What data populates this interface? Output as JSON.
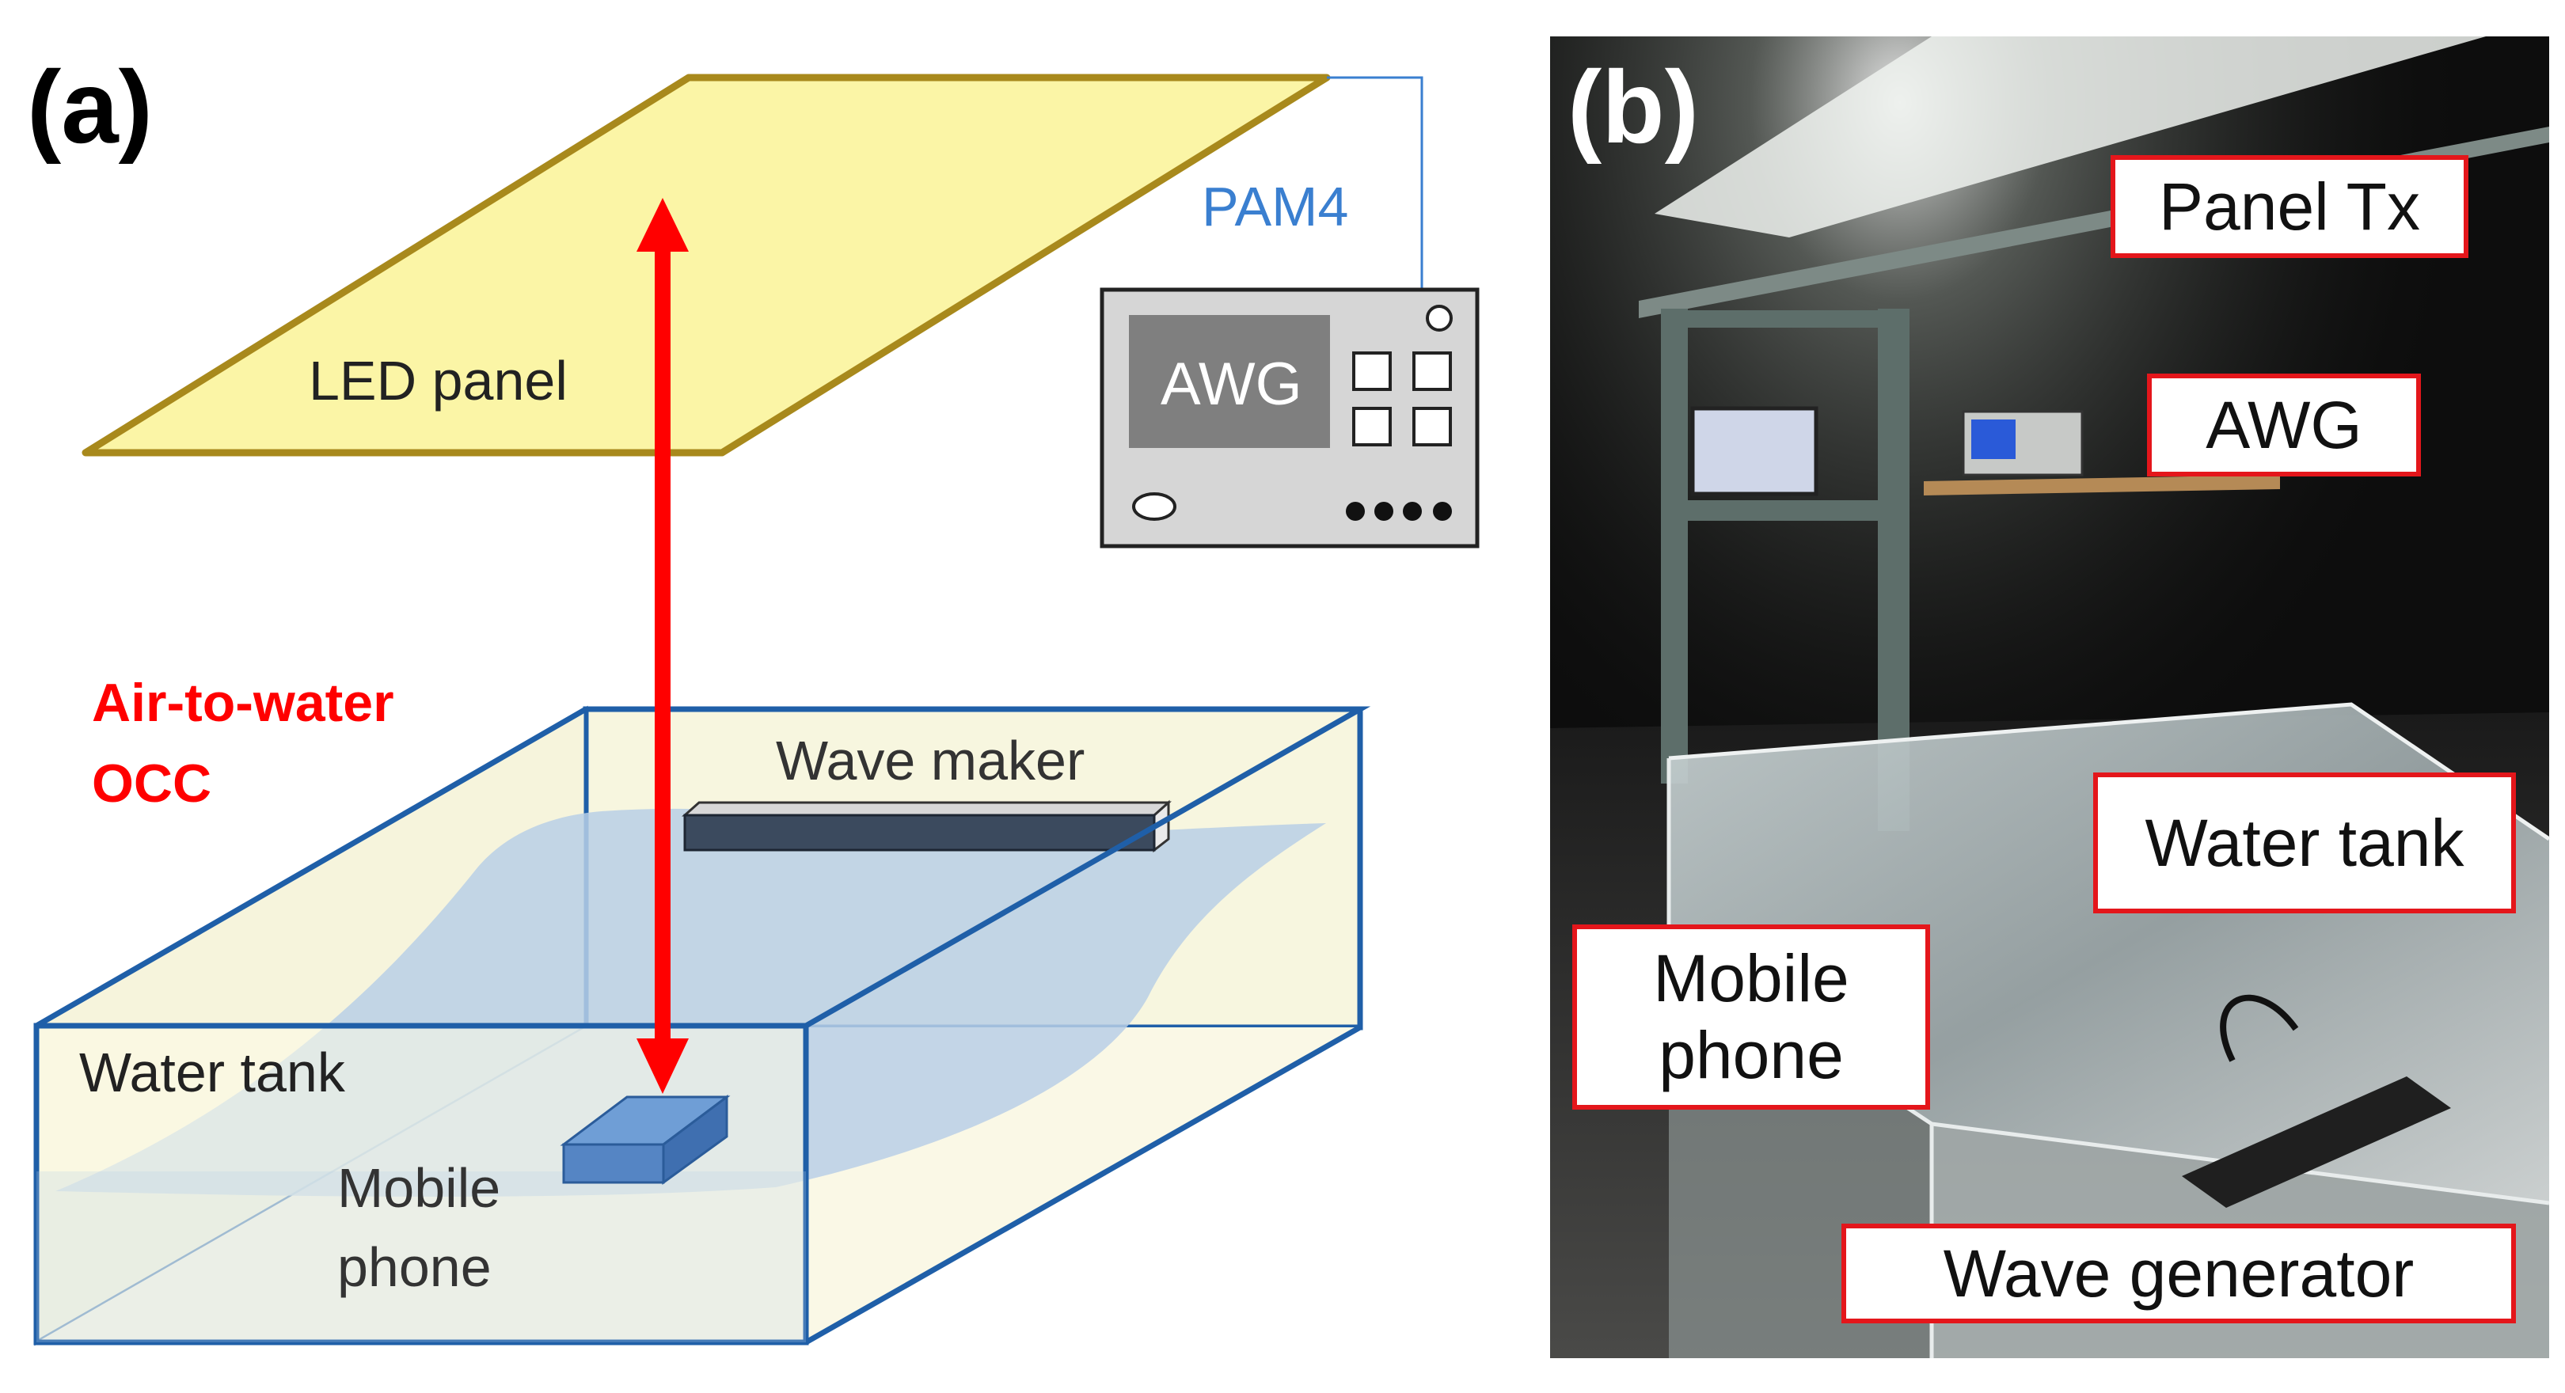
{
  "panel_a": {
    "tag": "(a)",
    "led_panel_label": "LED panel",
    "signal_label": "PAM4",
    "awg_label": "AWG",
    "link_label_line1": "Air-to-water",
    "link_label_line2": "OCC",
    "wave_maker_label": "Wave maker",
    "water_tank_label": "Water tank",
    "phone_label_line1": "Mobile",
    "phone_label_line2": "phone"
  },
  "panel_b": {
    "tag": "(b)",
    "callouts": {
      "panel_tx": "Panel Tx",
      "awg": "AWG",
      "water_tank": "Water tank",
      "mobile_line1": "Mobile",
      "mobile_line2": "phone",
      "wave_generator": "Wave generator"
    }
  },
  "colors": {
    "led_fill": "#fbf5a6",
    "led_stroke": "#a8891c",
    "tank_stroke": "#1f5fa8",
    "water": "#b9cfe6",
    "arrow": "#ff0000",
    "signal": "#3a7fd0",
    "callout_border": "#e4161b"
  }
}
